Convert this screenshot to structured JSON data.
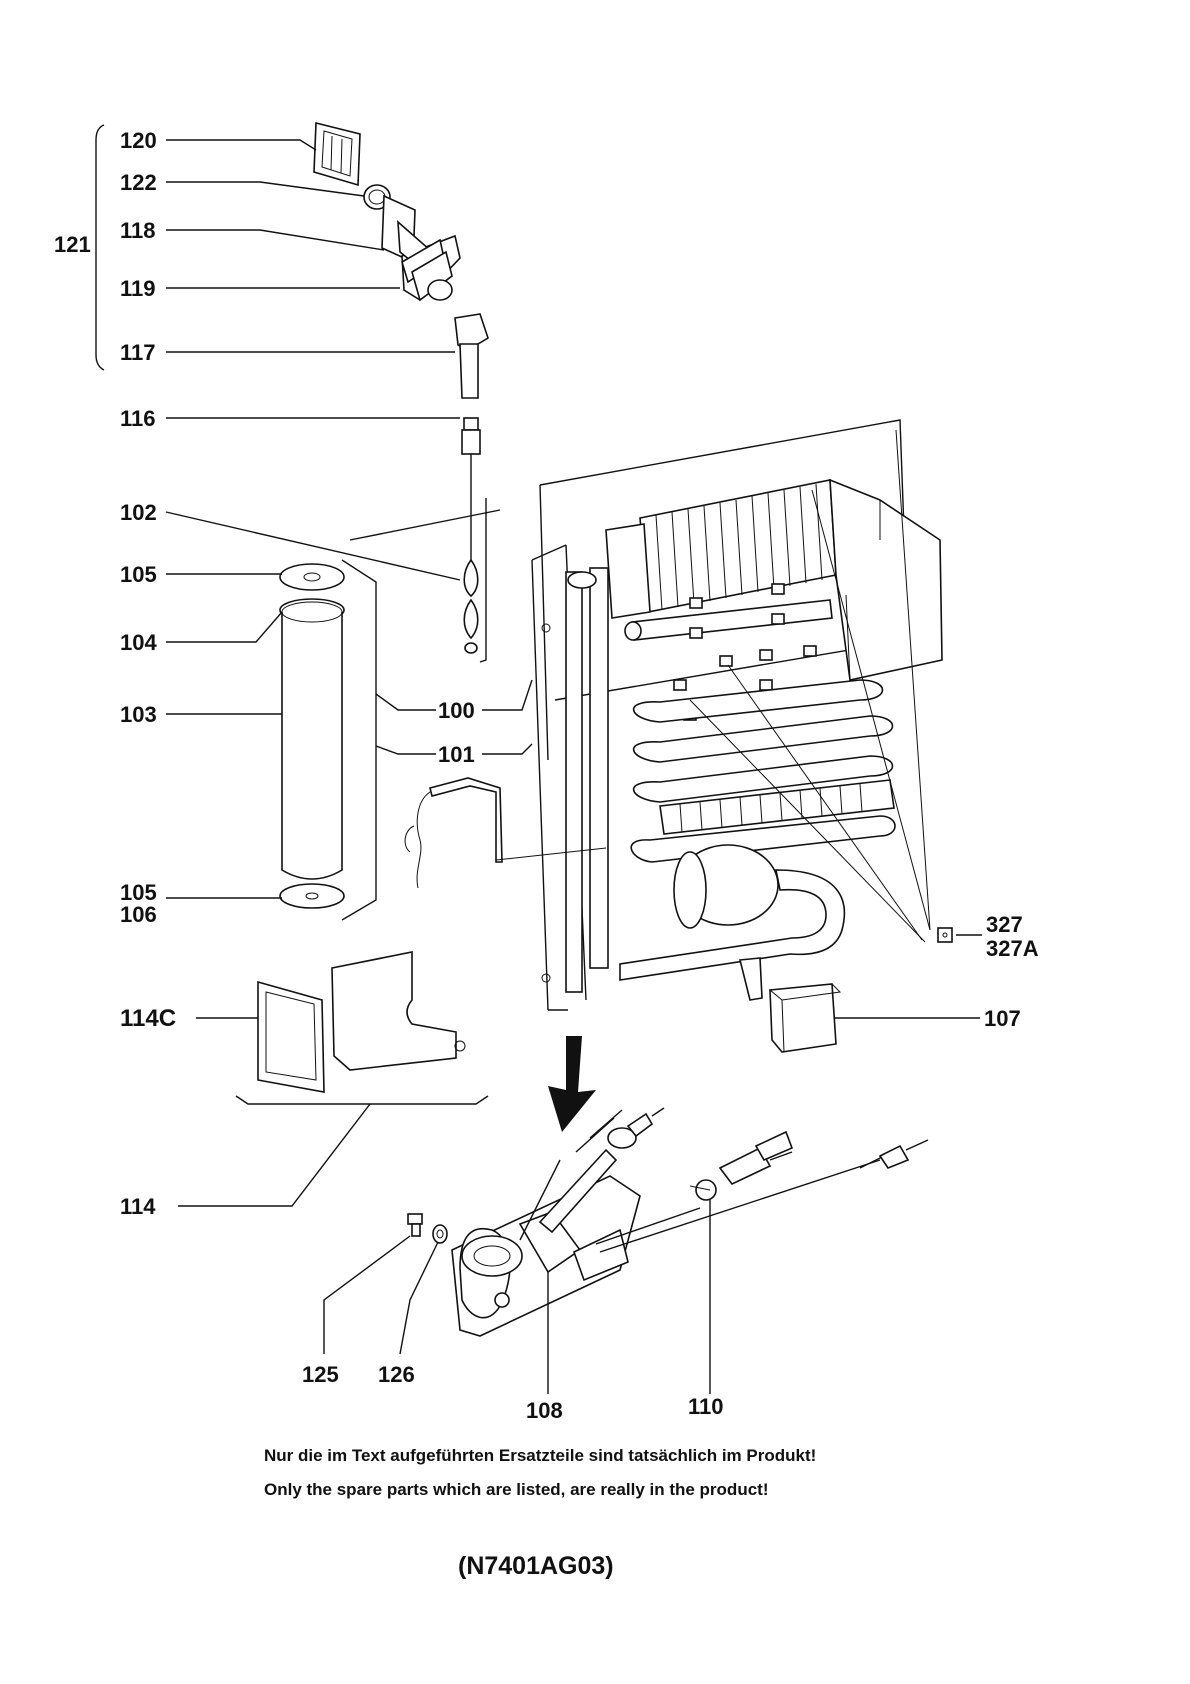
{
  "labels": {
    "l120": "120",
    "l122": "122",
    "l118": "118",
    "l119": "119",
    "l121": "121",
    "l117": "117",
    "l116": "116",
    "l102": "102",
    "l105a": "105",
    "l104": "104",
    "l103": "103",
    "l100": "100",
    "l101": "101",
    "l105b": "105",
    "l106": "106",
    "l327": "327",
    "l327a": "327A",
    "l114c": "114C",
    "l107": "107",
    "l114": "114",
    "l125": "125",
    "l126": "126",
    "l108": "108",
    "l110": "110"
  },
  "notes": {
    "german": "Nur die im Text aufgeführten Ersatzteile sind tatsächlich im Produkt!",
    "english": "Only the spare parts which are listed, are really in the product!"
  },
  "drawing_code": "(N7401AG03)"
}
